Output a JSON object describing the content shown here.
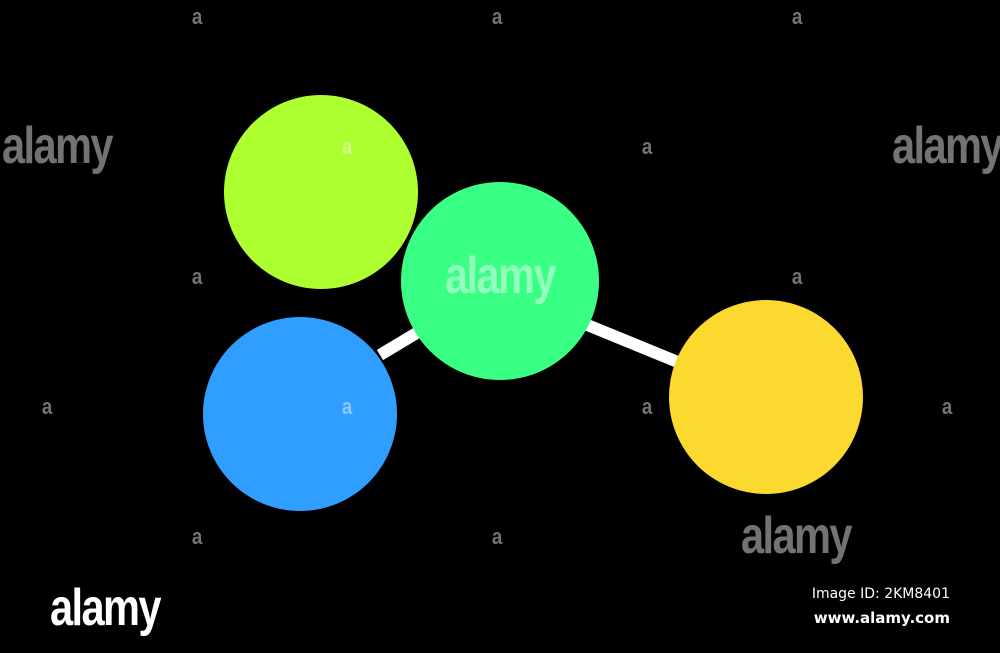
{
  "image": {
    "background_color": "#000000",
    "atoms": [
      {
        "name": "lime-atom",
        "color": "#adff2f"
      },
      {
        "name": "green-atom",
        "color": "#39ff85"
      },
      {
        "name": "blue-atom",
        "color": "#2f9eff"
      },
      {
        "name": "yellow-atom",
        "color": "#fcd92f"
      }
    ],
    "bond_color": "#ffffff"
  },
  "watermark": {
    "small": "a",
    "large": "alamy",
    "color": "#ffffff"
  },
  "footer": {
    "logo": "alamy",
    "image_id": "Image ID: 2KM8401",
    "site": "www.alamy.com"
  }
}
